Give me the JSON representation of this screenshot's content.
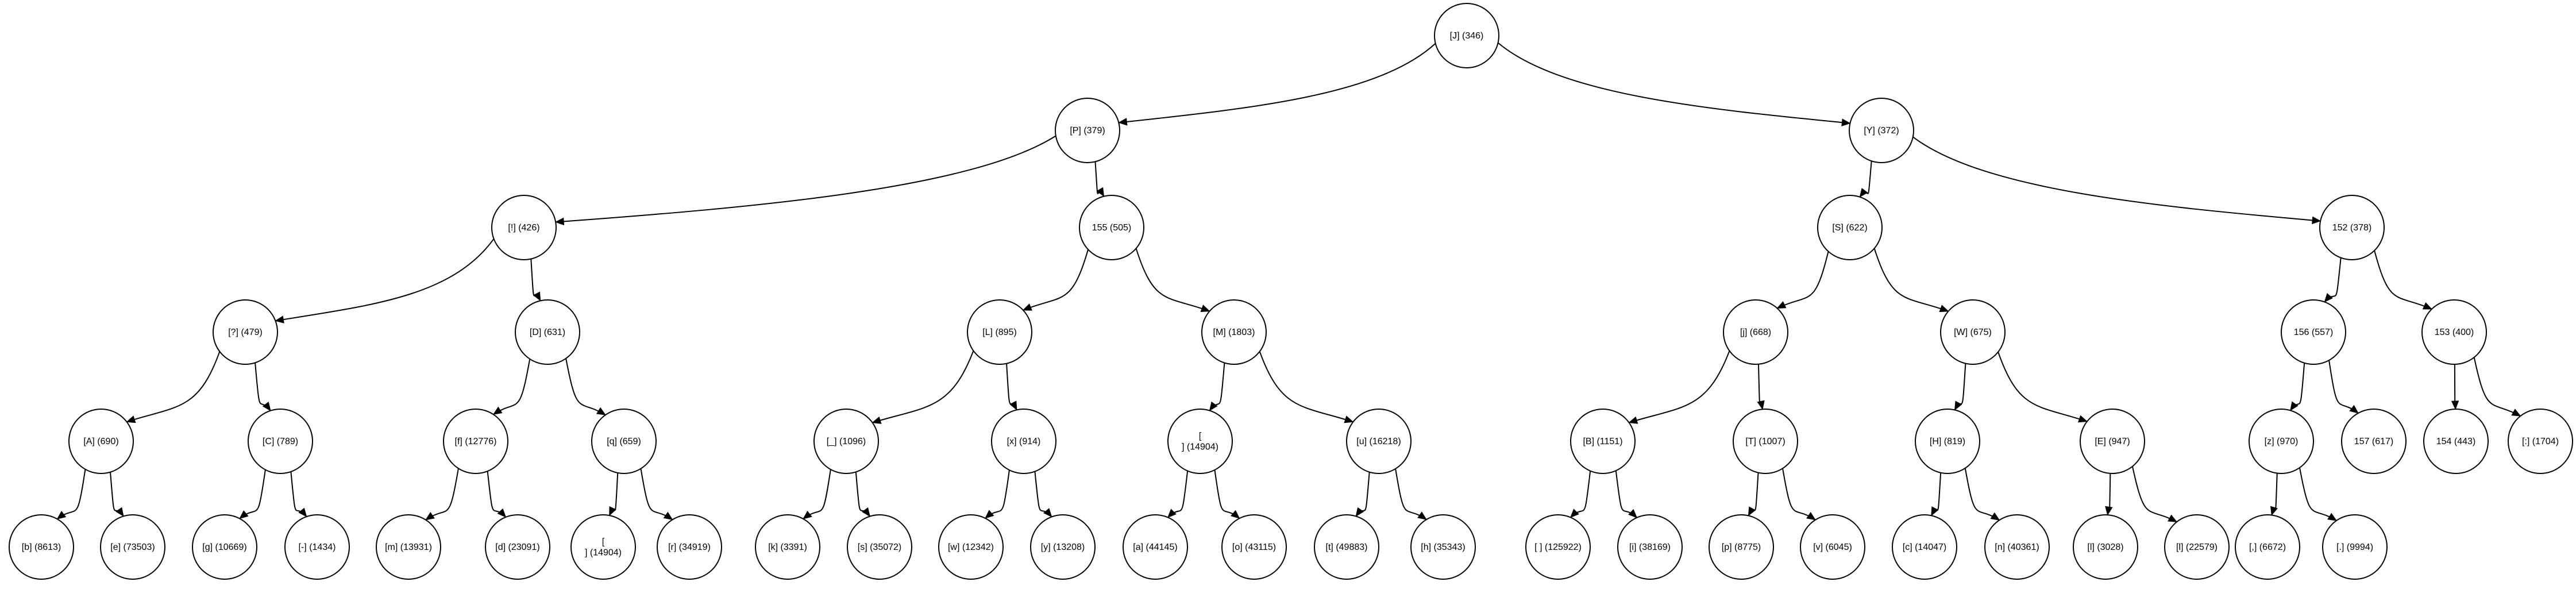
{
  "diagram": {
    "type": "tree",
    "nodes": [
      {
        "id": "n_J",
        "label": "[J] (346)"
      },
      {
        "id": "n_P",
        "label": "[P] (379)"
      },
      {
        "id": "n_Y",
        "label": "[Y] (372)"
      },
      {
        "id": "n_bang",
        "label": "[!] (426)"
      },
      {
        "id": "n_155",
        "label": "155 (505)"
      },
      {
        "id": "n_S",
        "label": "[S] (622)"
      },
      {
        "id": "n_152",
        "label": "152 (378)"
      },
      {
        "id": "n_q7",
        "label": "[?] (479)"
      },
      {
        "id": "n_D",
        "label": "[D] (631)"
      },
      {
        "id": "n_L",
        "label": "[L] (895)"
      },
      {
        "id": "n_M",
        "label": "[M] (1803)"
      },
      {
        "id": "n_jj",
        "label": "[j] (668)"
      },
      {
        "id": "n_W",
        "label": "[W] (675)"
      },
      {
        "id": "n_156",
        "label": "156 (557)"
      },
      {
        "id": "n_153",
        "label": "153 (400)"
      },
      {
        "id": "n_A",
        "label": "[A] (690)"
      },
      {
        "id": "n_C",
        "label": "[C] (789)"
      },
      {
        "id": "n_f",
        "label": "[f] (12776)"
      },
      {
        "id": "n_q",
        "label": "[q] (659)"
      },
      {
        "id": "n_us",
        "label": "[_] (1096)"
      },
      {
        "id": "n_x",
        "label": "[x] (914)"
      },
      {
        "id": "n_nl",
        "label": "[\n] (14904)"
      },
      {
        "id": "n_u",
        "label": "[u] (16218)"
      },
      {
        "id": "n_B",
        "label": "[B] (1151)"
      },
      {
        "id": "n_T",
        "label": "[T] (1007)"
      },
      {
        "id": "n_H",
        "label": "[H] (819)"
      },
      {
        "id": "n_E",
        "label": "[E] (947)"
      },
      {
        "id": "n_z",
        "label": "[z] (970)"
      },
      {
        "id": "n_157",
        "label": "157 (617)"
      },
      {
        "id": "n_154",
        "label": "154 (443)"
      },
      {
        "id": "n_colon",
        "label": "[:] (1704)"
      },
      {
        "id": "n_b",
        "label": "[b] (8613)"
      },
      {
        "id": "n_e",
        "label": "[e] (73503)"
      },
      {
        "id": "n_g",
        "label": "[g] (10669)"
      },
      {
        "id": "n_dash",
        "label": "[-] (1434)"
      },
      {
        "id": "n_m",
        "label": "[m] (13931)"
      },
      {
        "id": "n_d",
        "label": "[d] (23091)"
      },
      {
        "id": "n_nl2",
        "label": "[\n] (14904)"
      },
      {
        "id": "n_r",
        "label": "[r] (34919)"
      },
      {
        "id": "n_k",
        "label": "[k] (3391)"
      },
      {
        "id": "n_s",
        "label": "[s] (35072)"
      },
      {
        "id": "n_w",
        "label": "[w] (12342)"
      },
      {
        "id": "n_y",
        "label": "[y] (13208)"
      },
      {
        "id": "n_a",
        "label": "[a] (44145)"
      },
      {
        "id": "n_o",
        "label": "[o] (43115)"
      },
      {
        "id": "n_t",
        "label": "[t] (49883)"
      },
      {
        "id": "n_h",
        "label": "[h] (35343)"
      },
      {
        "id": "n_space",
        "label": "[ ] (125922)"
      },
      {
        "id": "n_i",
        "label": "[i] (38169)"
      },
      {
        "id": "n_p",
        "label": "[p] (8775)"
      },
      {
        "id": "n_v",
        "label": "[v] (6045)"
      },
      {
        "id": "n_c",
        "label": "[c] (14047)"
      },
      {
        "id": "n_n",
        "label": "[n] (40361)"
      },
      {
        "id": "n_l",
        "label": "[l] (3028)"
      },
      {
        "id": "n_l2",
        "label": "[l] (22579)"
      },
      {
        "id": "n_comma",
        "label": "[,] (6672)"
      },
      {
        "id": "n_dot",
        "label": "[.] (9994)"
      }
    ],
    "edges": [
      [
        "n_J",
        "n_P"
      ],
      [
        "n_J",
        "n_Y"
      ],
      [
        "n_P",
        "n_bang"
      ],
      [
        "n_P",
        "n_155"
      ],
      [
        "n_Y",
        "n_S"
      ],
      [
        "n_Y",
        "n_152"
      ],
      [
        "n_bang",
        "n_q7"
      ],
      [
        "n_bang",
        "n_D"
      ],
      [
        "n_155",
        "n_L"
      ],
      [
        "n_155",
        "n_M"
      ],
      [
        "n_S",
        "n_jj"
      ],
      [
        "n_S",
        "n_W"
      ],
      [
        "n_152",
        "n_156"
      ],
      [
        "n_152",
        "n_153"
      ],
      [
        "n_q7",
        "n_A"
      ],
      [
        "n_q7",
        "n_C"
      ],
      [
        "n_D",
        "n_f"
      ],
      [
        "n_D",
        "n_q"
      ],
      [
        "n_L",
        "n_us"
      ],
      [
        "n_L",
        "n_x"
      ],
      [
        "n_M",
        "n_nl"
      ],
      [
        "n_M",
        "n_u"
      ],
      [
        "n_jj",
        "n_B"
      ],
      [
        "n_jj",
        "n_T"
      ],
      [
        "n_W",
        "n_H"
      ],
      [
        "n_W",
        "n_E"
      ],
      [
        "n_156",
        "n_z"
      ],
      [
        "n_156",
        "n_157"
      ],
      [
        "n_153",
        "n_154"
      ],
      [
        "n_153",
        "n_colon"
      ],
      [
        "n_A",
        "n_b"
      ],
      [
        "n_A",
        "n_e"
      ],
      [
        "n_C",
        "n_g"
      ],
      [
        "n_C",
        "n_dash"
      ],
      [
        "n_f",
        "n_m"
      ],
      [
        "n_f",
        "n_d"
      ],
      [
        "n_q",
        "n_nl2"
      ],
      [
        "n_q",
        "n_r"
      ],
      [
        "n_us",
        "n_k"
      ],
      [
        "n_us",
        "n_s"
      ],
      [
        "n_x",
        "n_w"
      ],
      [
        "n_x",
        "n_y"
      ],
      [
        "n_nl",
        "n_a"
      ],
      [
        "n_nl",
        "n_o"
      ],
      [
        "n_u",
        "n_t"
      ],
      [
        "n_u",
        "n_h"
      ],
      [
        "n_B",
        "n_space"
      ],
      [
        "n_B",
        "n_i"
      ],
      [
        "n_T",
        "n_p"
      ],
      [
        "n_T",
        "n_v"
      ],
      [
        "n_H",
        "n_c"
      ],
      [
        "n_H",
        "n_n"
      ],
      [
        "n_E",
        "n_l"
      ],
      [
        "n_E",
        "n_l2"
      ],
      [
        "n_z",
        "n_comma"
      ],
      [
        "n_z",
        "n_dot"
      ]
    ]
  }
}
